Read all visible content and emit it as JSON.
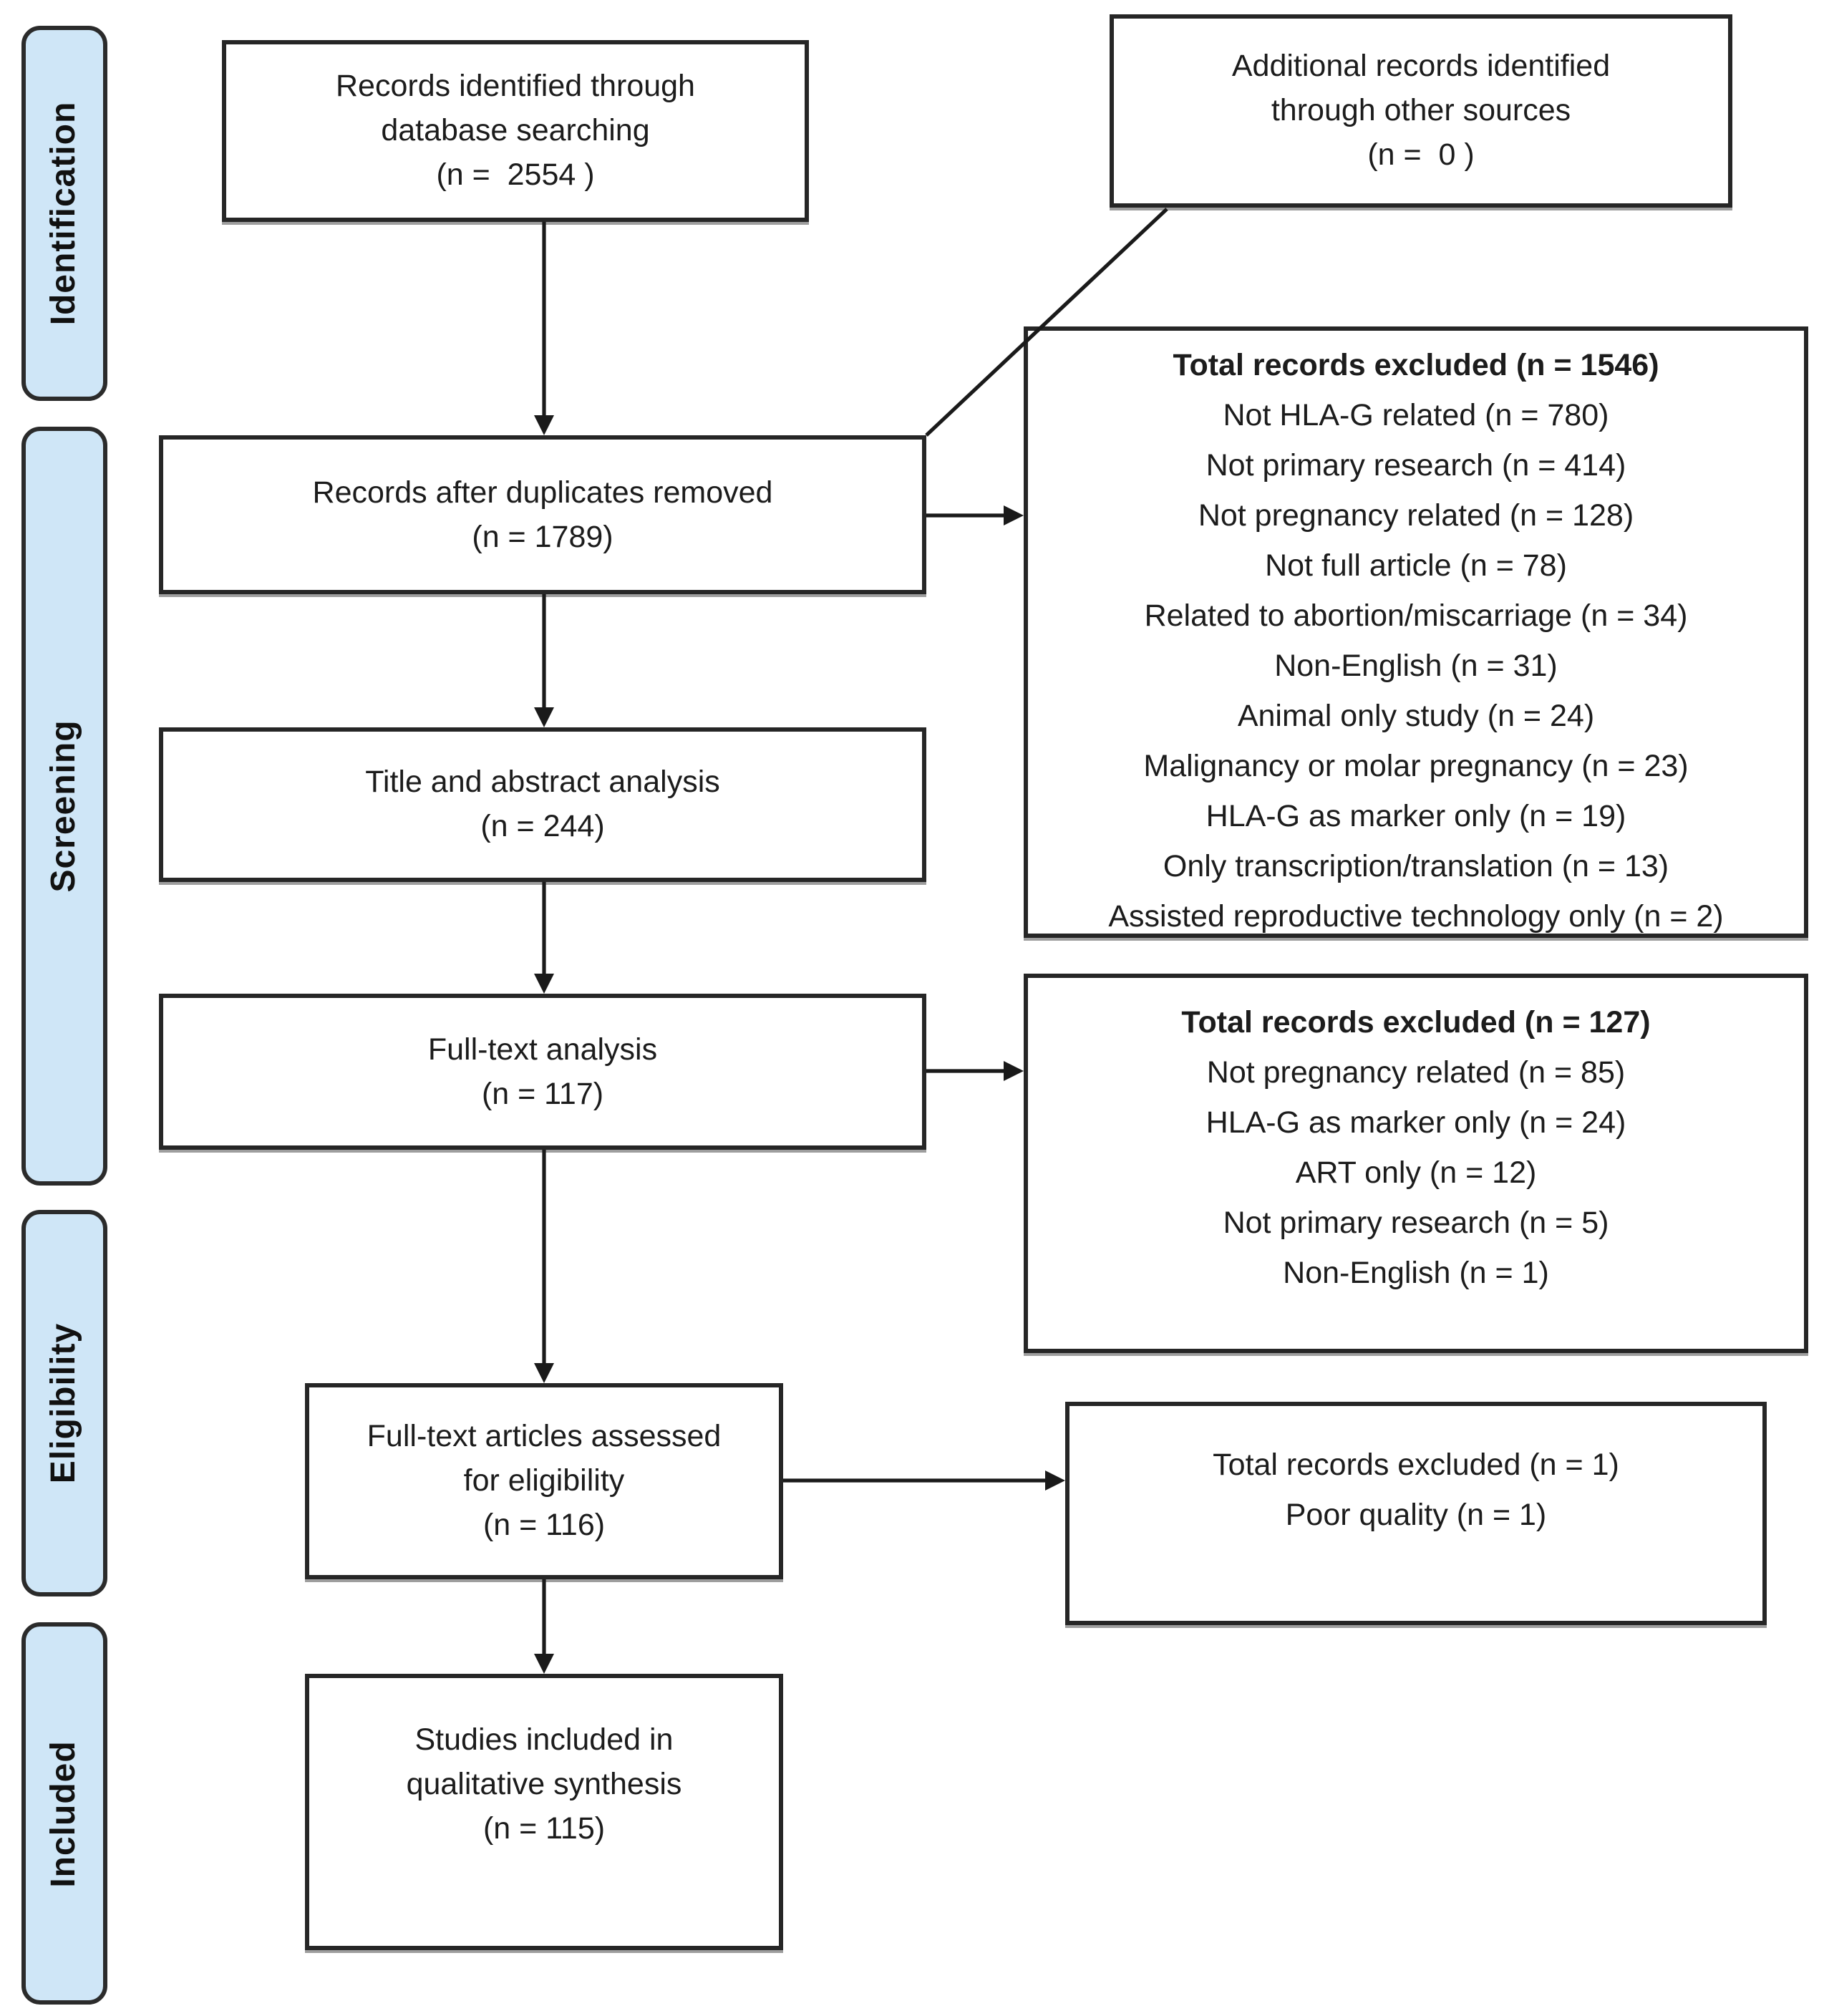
{
  "sidebar": {
    "stages": [
      {
        "id": "identification",
        "label": "Identification"
      },
      {
        "id": "screening",
        "label": "Screening"
      },
      {
        "id": "eligibility",
        "label": "Eligibility"
      },
      {
        "id": "included",
        "label": "Included"
      }
    ]
  },
  "flow": {
    "records_identified": {
      "line1": "Records identified through",
      "line2": "database searching",
      "line3": "(n =  2554 )"
    },
    "additional_records": {
      "line1": "Additional records identified",
      "line2": "through other sources",
      "line3": "(n =  0 )"
    },
    "after_duplicates": {
      "line1": "Records after duplicates removed",
      "line2": "(n = 1789)"
    },
    "title_abstract": {
      "line1": "Title and abstract analysis",
      "line2": "(n = 244)"
    },
    "fulltext_analysis": {
      "line1": "Full-text analysis",
      "line2": "(n = 117)"
    },
    "assessed_eligibility": {
      "line1": "Full-text articles assessed",
      "line2": "for eligibility",
      "line3": "(n = 116)"
    },
    "included_qualitative": {
      "line1": "Studies included in",
      "line2": "qualitative synthesis",
      "line3": "(n = 115)"
    }
  },
  "exclusions": {
    "screening": {
      "title": "Total records excluded (n = 1546)",
      "reasons": [
        "Not HLA-G related (n = 780)",
        "Not primary research (n = 414)",
        "Not pregnancy related (n = 128)",
        "Not full article (n = 78)",
        "Related to abortion/miscarriage (n = 34)",
        "Non-English (n = 31)",
        "Animal only study (n = 24)",
        "Malignancy or molar pregnancy (n = 23)",
        "HLA-G as marker only (n = 19)",
        "Only transcription/translation (n = 13)",
        "Assisted reproductive technology only (n = 2)"
      ]
    },
    "fulltext": {
      "title": "Total records excluded (n = 127)",
      "reasons": [
        "Not pregnancy related (n = 85)",
        "HLA-G as marker only (n = 24)",
        "ART only (n = 12)",
        "Not primary research (n = 5)",
        "Non-English (n = 1)"
      ]
    },
    "eligibility": {
      "title": "Total records excluded (n = 1)",
      "reasons": [
        "Poor quality (n = 1)"
      ]
    }
  },
  "colors": {
    "stage_fill": "#cfe6f7",
    "stage_border": "#2b2b2b",
    "box_border": "#262626",
    "connector": "#1a1a1a",
    "text": "#1c1c1c"
  }
}
